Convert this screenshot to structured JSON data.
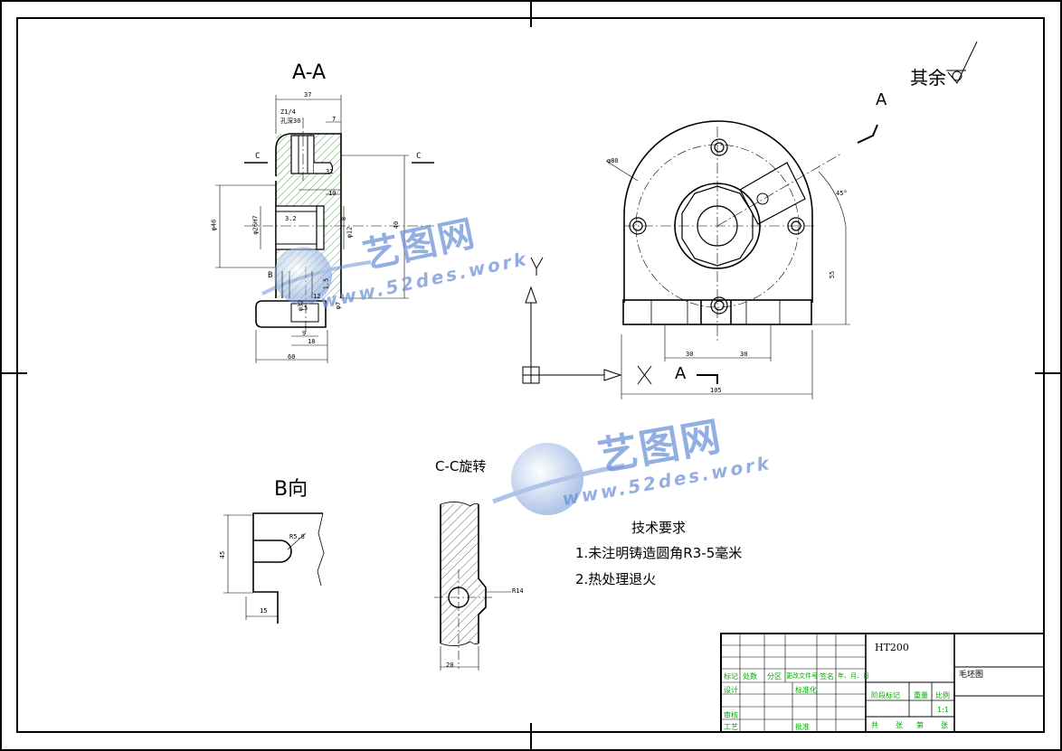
{
  "views": {
    "section_aa": "A-A",
    "view_b": "B向",
    "section_cc": "C-C旋转",
    "view_a_arrow": "A",
    "view_a_cut": "A",
    "cut_c_left": "C",
    "cut_c_right": "C",
    "label_b": "B"
  },
  "roughness": {
    "label": "其余"
  },
  "tech_requirements": {
    "title": "技术要求",
    "items": [
      "1.未注明铸造圆角R3-5毫米",
      "2.热处理退火"
    ]
  },
  "dimensions": {
    "aa_width_top": "37",
    "aa_thread": "Z1/4",
    "aa_hole": "孔深30",
    "aa_7": "7",
    "aa_10": "10",
    "aa_32": "32",
    "aa_dia46": "φ46",
    "aa_dia26": "φ26H7",
    "aa_d3": "3.2",
    "aa_d12": "φ12",
    "aa_8": "8",
    "aa_40": "40",
    "aa_dia32": "φ32",
    "aa_5": "5",
    "aa_9": "9",
    "aa_18": "18",
    "aa_60": "60",
    "aa_12": "12",
    "aa_t15": "1.5",
    "aa_d2": "φ7",
    "front_dia": "φ80",
    "front_45deg": "45°",
    "front_55": "55",
    "front_30l": "30",
    "front_30r": "30",
    "front_105": "105",
    "b_45": "45",
    "b_r": "R5.8",
    "b_15": "15",
    "cc_r14": "R14",
    "cc_20": "20"
  },
  "watermark": {
    "cn": "艺图网",
    "url": "www.52des.work"
  },
  "title_block": {
    "material": "HT200",
    "part_name": "毛坯图",
    "header_row": [
      "标记",
      "处数",
      "分区",
      "更改文件号",
      "签名",
      "年、月、日"
    ],
    "design": "设计",
    "standardize": "标准化",
    "review": "审核",
    "craft": "工艺",
    "approve": "批准",
    "stage_mark": "阶段标记",
    "weight": "重量",
    "scale": "比例",
    "scale_value": "1:1",
    "sheets": [
      "共",
      "张",
      "第",
      "张"
    ]
  },
  "colors": {
    "line": "#000000",
    "hatch": "#2e8b2e",
    "title_block_text": "#00aa00",
    "watermark": "#6f94d6"
  }
}
